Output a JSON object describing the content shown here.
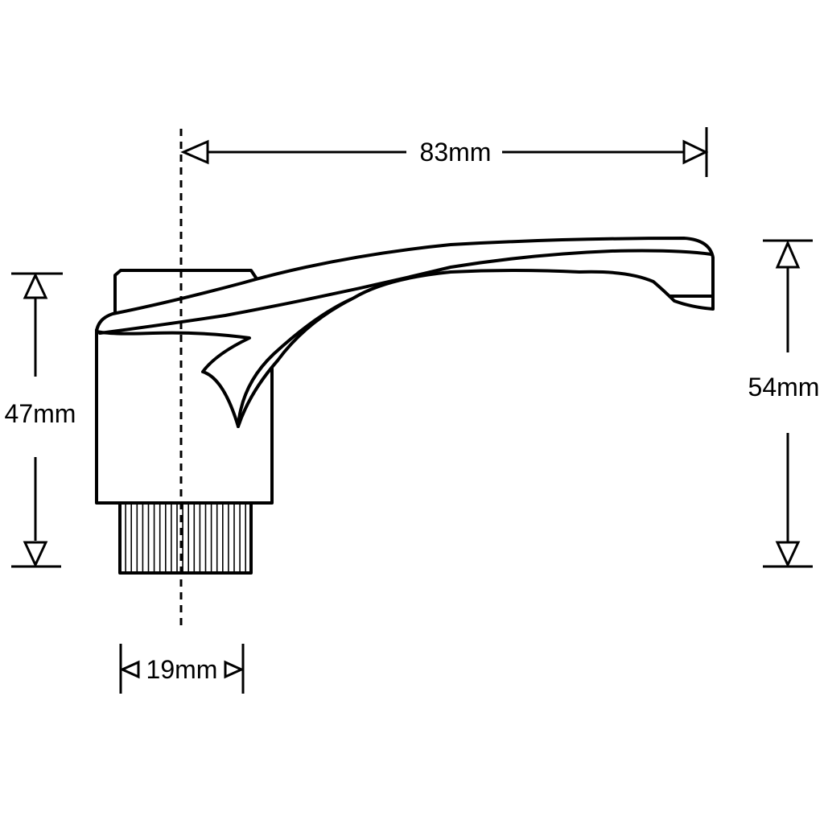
{
  "dimensions": {
    "width_label": "83mm",
    "left_height_label": "47mm",
    "right_height_label": "54mm",
    "base_width_label": "19mm"
  },
  "colors": {
    "line": "#000000",
    "background": "#ffffff"
  }
}
